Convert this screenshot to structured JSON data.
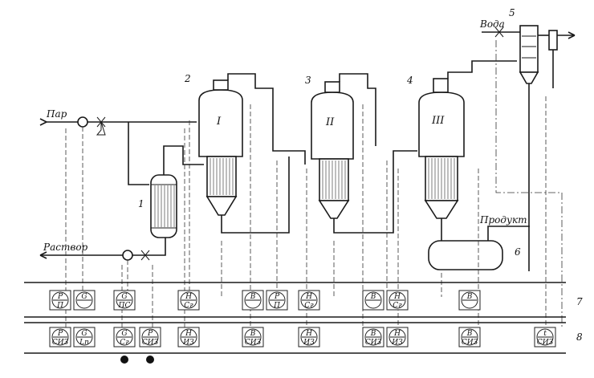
{
  "labels": {
    "steam": "Пар",
    "solution": "Раствор",
    "water": "Вода",
    "product": "Продукт",
    "n1": "1",
    "n2": "2",
    "n3": "3",
    "n4": "4",
    "n5": "5",
    "n6": "6",
    "n7": "7",
    "n8": "8",
    "stage1": "I",
    "stage2": "II",
    "stage3": "III"
  },
  "panel_row_7": [
    {
      "top": "P",
      "bottom": "П"
    },
    {
      "top": "G",
      "bottom": ""
    },
    {
      "top": "G",
      "bottom": "ПС"
    },
    {
      "top": "H",
      "bottom": "Сг"
    },
    {
      "top": "B",
      "bottom": ""
    },
    {
      "top": "P",
      "bottom": "П"
    },
    {
      "top": "H",
      "bottom": "Сг"
    },
    {
      "top": "B",
      "bottom": ""
    },
    {
      "top": "H",
      "bottom": "Сг"
    },
    {
      "top": "B",
      "bottom": ""
    }
  ],
  "panel_row_8": [
    {
      "top": "P",
      "bottom": "СИЗ"
    },
    {
      "top": "G",
      "bottom": "Ln"
    },
    {
      "top": "G",
      "bottom": "Сг"
    },
    {
      "top": "P",
      "bottom": "СИЗ"
    },
    {
      "top": "H",
      "bottom": "ИЗ"
    },
    {
      "top": "B",
      "bottom": "СИЗ"
    },
    {
      "top": "H",
      "bottom": "ИЗ"
    },
    {
      "top": "B",
      "bottom": "СИЗ"
    },
    {
      "top": "H",
      "bottom": "ИЗ"
    },
    {
      "top": "B",
      "bottom": "СИЗ"
    },
    {
      "top": "t",
      "bottom": "СИЗ"
    }
  ]
}
